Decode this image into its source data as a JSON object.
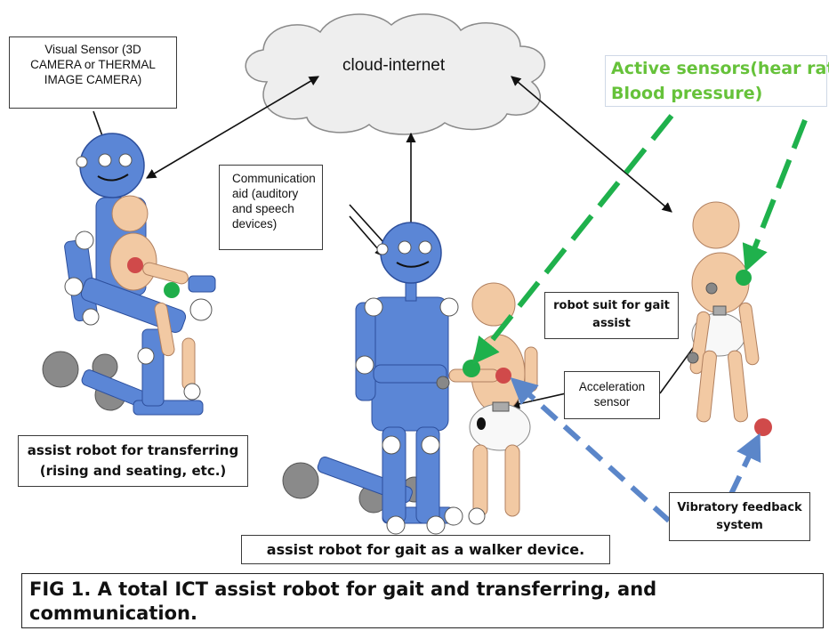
{
  "cloud": {
    "label": "cloud-internet"
  },
  "visual_sensor": {
    "lines": [
      "Visual Sensor (3D",
      "CAMERA or  THERMAL",
      "IMAGE  CAMERA)"
    ]
  },
  "communication_aid": {
    "lines": [
      "Communication",
      "aid (auditory",
      "and speech",
      "devices)"
    ]
  },
  "active_sensors": {
    "lines": [
      "Active sensors(hear rate,",
      "Blood pressure)"
    ]
  },
  "robot_suit": {
    "lines": [
      "robot suit for gait",
      "assist"
    ]
  },
  "acceleration_sensor": {
    "lines": [
      "Acceleration",
      "sensor"
    ]
  },
  "transfer_robot": {
    "lines": [
      "assist robot for transferring",
      "(rising and seating, etc.)"
    ]
  },
  "walker_robot": {
    "label": "assist  robot for gait as a walker device."
  },
  "vibratory": {
    "lines": [
      "Vibratory feedback",
      "system"
    ]
  },
  "caption": {
    "lines": [
      "FIG 1. A total ICT assist robot for gait and transferring, and",
      "communication."
    ]
  },
  "colors": {
    "robot_blue": "#5b86d6",
    "robot_outline": "#2d4f9c",
    "skin": "#f2c9a3",
    "skin_outline": "#b08060",
    "sensor_red": "#d04a4a",
    "sensor_green": "#1fae4a",
    "arrow_green": "#1fb14c",
    "arrow_blue": "#5b86c9",
    "wheel_gray": "#8a8a8a",
    "cloud_fill": "#eeeeee"
  }
}
